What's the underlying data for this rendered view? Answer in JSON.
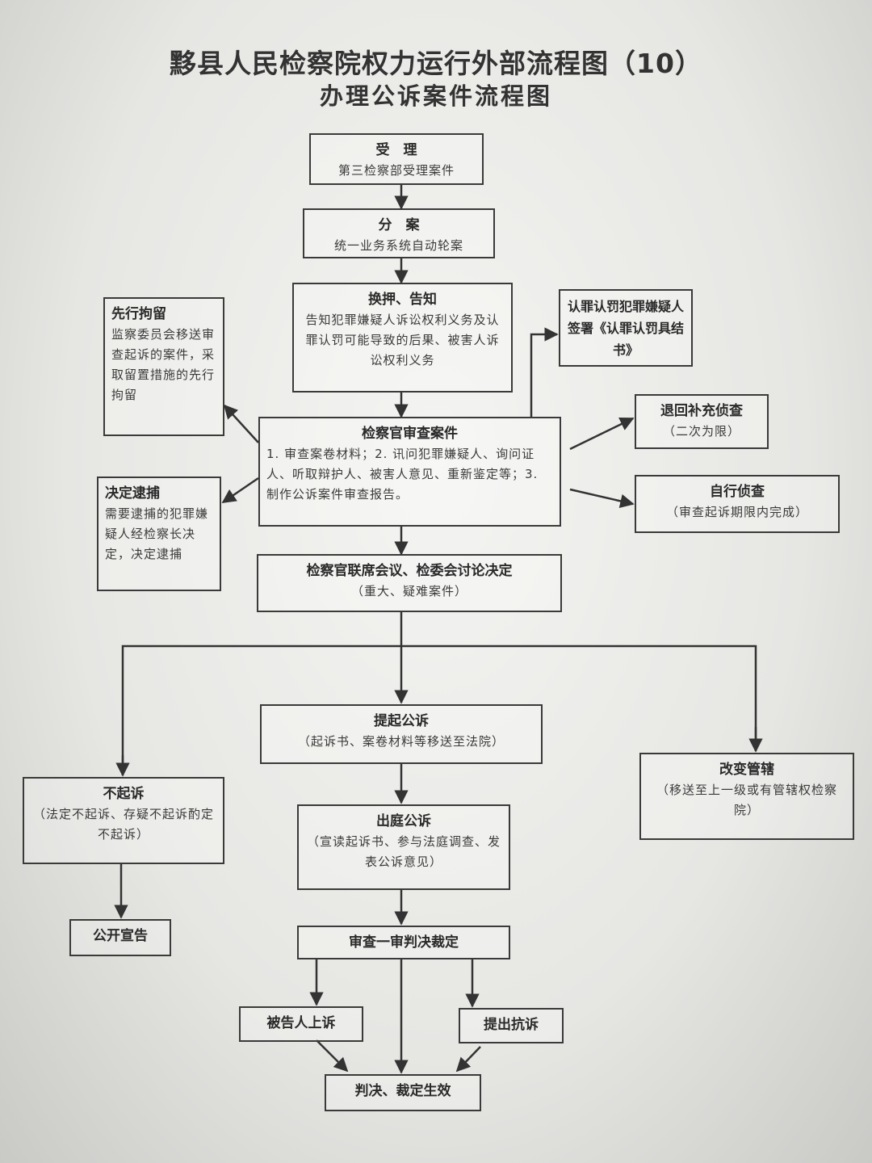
{
  "title": "黟县人民检察院权力运行外部流程图（10）",
  "subtitle": "办理公诉案件流程图",
  "nodes": {
    "accept": {
      "head": "受　理",
      "desc": "第三检察部受理案件"
    },
    "assign": {
      "head": "分　案",
      "desc": "统一业务系统自动轮案"
    },
    "notify": {
      "head": "换押、告知",
      "desc": "告知犯罪嫌疑人诉讼权利义务及认罪认罚可能导致的后果、被害人诉讼权利义务"
    },
    "sign": {
      "desc": "认罪认罚犯罪嫌疑人签署《认罪认罚具结书》"
    },
    "detain": {
      "head": "先行拘留",
      "desc": "监察委员会移送审查起诉的案件，采取留置措施的先行拘留"
    },
    "review": {
      "head": "检察官审查案件",
      "desc": "1. 审查案卷材料；2. 讯问犯罪嫌疑人、询问证人、听取辩护人、被害人意见、重新鉴定等；3. 制作公诉案件审查报告。"
    },
    "return": {
      "head": "退回补充侦查",
      "desc": "（二次为限）"
    },
    "self": {
      "head": "自行侦查",
      "desc": "（审查起诉期限内完成）"
    },
    "arrest": {
      "head": "决定逮捕",
      "desc": "需要逮捕的犯罪嫌疑人经检察长决定，决定逮捕"
    },
    "meeting": {
      "head": "检察官联席会议、检委会讨论决定",
      "desc": "（重大、疑难案件）"
    },
    "prosecute": {
      "head": "提起公诉",
      "desc": "（起诉书、案卷材料等移送至法院）"
    },
    "transfer": {
      "head": "改变管辖",
      "desc": "（移送至上一级或有管辖权检察院）"
    },
    "nopros": {
      "head": "不起诉",
      "desc": "（法定不起诉、存疑不起诉酌定不起诉）"
    },
    "announce": {
      "desc": "公开宣告"
    },
    "court": {
      "head": "出庭公诉",
      "desc": "（宣读起诉书、参与法庭调查、发表公诉意见）"
    },
    "verdict": {
      "desc": "审查一审判决裁定"
    },
    "appeal": {
      "desc": "被告人上诉"
    },
    "protest": {
      "desc": "提出抗诉"
    },
    "effective": {
      "desc": "判决、裁定生效"
    }
  }
}
